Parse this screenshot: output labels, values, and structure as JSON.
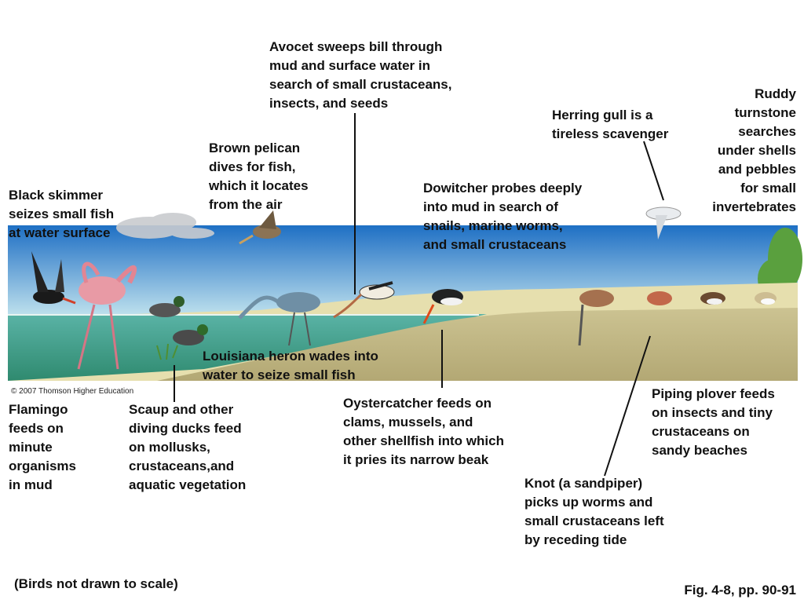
{
  "labels": {
    "avocet": "Avocet sweeps bill through\nmud and surface water in\nsearch of small crustaceans,\ninsects, and seeds",
    "herring_gull": "Herring gull is a\ntireless scavenger",
    "ruddy_turnstone": "Ruddy\nturnstone\nsearches\nunder shells\nand pebbles\nfor small\ninvertebrates",
    "brown_pelican": "Brown pelican\ndives for fish,\nwhich it locates\nfrom the air",
    "black_skimmer": "Black skimmer\nseizes small fish\nat water surface",
    "dowitcher": "Dowitcher probes deeply\ninto mud in search of\nsnails, marine worms,\nand small crustaceans",
    "louisiana_heron": "Louisiana heron wades into\nwater to seize small fish",
    "flamingo": "Flamingo\nfeeds on\nminute\norganisms\nin mud",
    "scaup": "Scaup and other\ndiving ducks feed\non mollusks,\ncrustaceans,and\naquatic vegetation",
    "oystercatcher": "Oystercatcher feeds on\nclams, mussels, and\nother shellfish into which\nit pries its narrow beak",
    "piping_plover": "Piping plover feeds\non insects and tiny\ncrustaceans on\nsandy beaches",
    "knot": "Knot (a sandpiper)\npicks up worms and\nsmall crustaceans left\nby receding tide"
  },
  "copyright": "© 2007 Thomson Higher Education",
  "footnote": "(Birds not drawn to scale)",
  "figure_ref": "Fig. 4-8, pp. 90-91",
  "colors": {
    "sky_top": "#1e6fc4",
    "sky_bottom": "#bfe3ef",
    "water": "#3f9c8a",
    "sand": "#d8d2a6",
    "mud": "#b7ad78",
    "grass": "#6fb34a"
  }
}
